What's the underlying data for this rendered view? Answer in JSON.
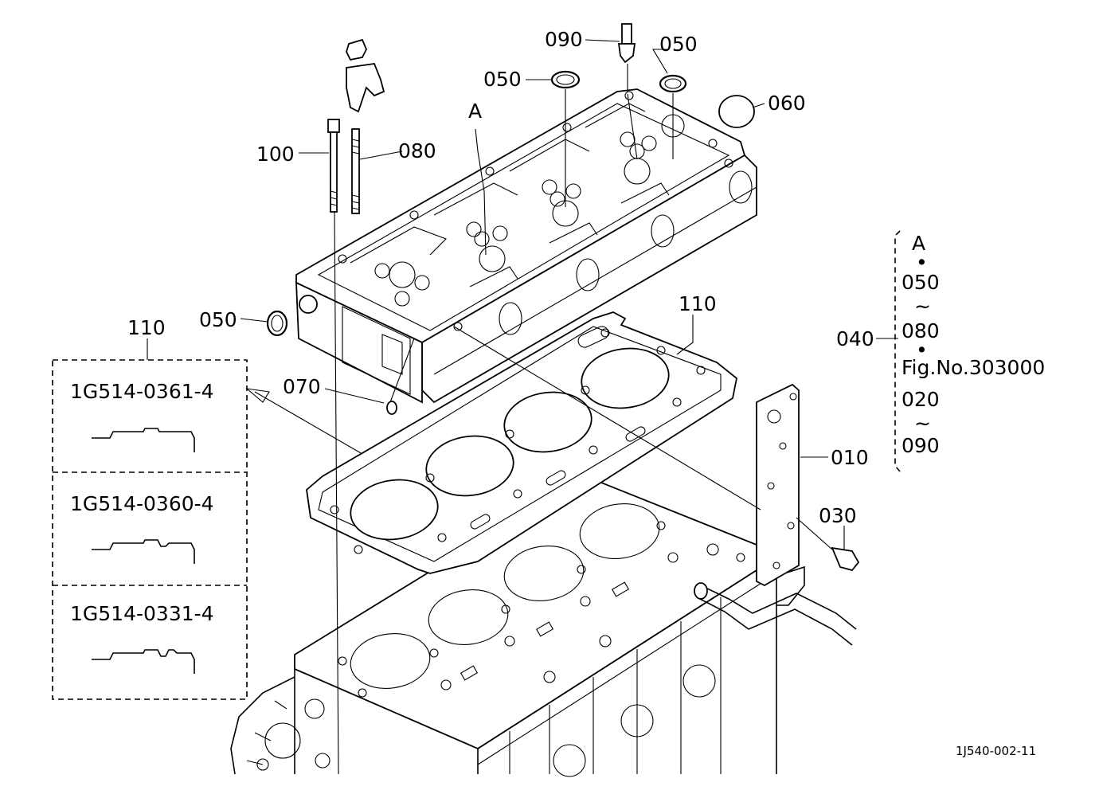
{
  "callouts": {
    "c090": "090",
    "c050_top_right": "050",
    "c050_top_left": "050",
    "c060": "060",
    "cA": "A",
    "c100": "100",
    "c080": "080",
    "c050_left": "050",
    "c110_right": "110",
    "c110_left": "110",
    "c070": "070",
    "c010": "010",
    "c030": "030",
    "c040": "040"
  },
  "variants_box": {
    "items": [
      {
        "part_no": "1G514-0361-4"
      },
      {
        "part_no": "1G514-0360-4"
      },
      {
        "part_no": "1G514-0331-4"
      }
    ]
  },
  "kit_bracket": {
    "lines": [
      "A",
      "•",
      "050",
      "~",
      "080",
      "•",
      "Fig.No.303000",
      "020",
      "~",
      "090"
    ]
  },
  "figure_code": "1J540-002-11"
}
